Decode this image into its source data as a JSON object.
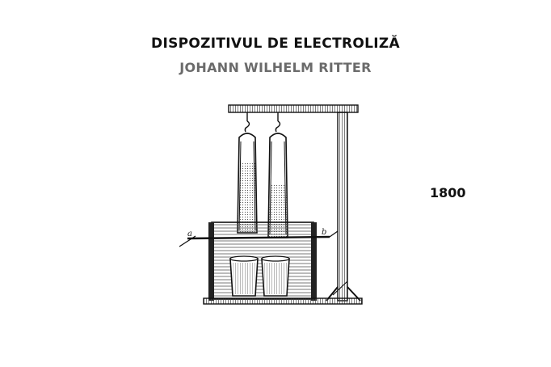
{
  "header": {
    "title": "DISPOZITIVUL DE ELECTROLIZĂ",
    "subtitle": "JOHANN WILHELM RITTER"
  },
  "year": "1800",
  "figure": {
    "label_left": "a",
    "label_right": "b"
  }
}
